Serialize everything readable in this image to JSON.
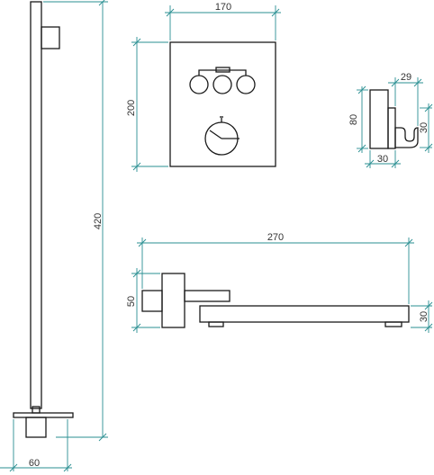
{
  "dimensions": {
    "column_height": "420",
    "base_width": "60",
    "panel_width": "170",
    "panel_height": "200",
    "holder_top": "29",
    "holder_height": "80",
    "holder_right": "30",
    "holder_bottom": "30",
    "spout_length": "270",
    "spout_mount_height": "50",
    "spout_outlet_height": "30"
  },
  "colors": {
    "object": "#1a1a1a",
    "dimension_line": "#2a8f92",
    "text": "#333333"
  }
}
